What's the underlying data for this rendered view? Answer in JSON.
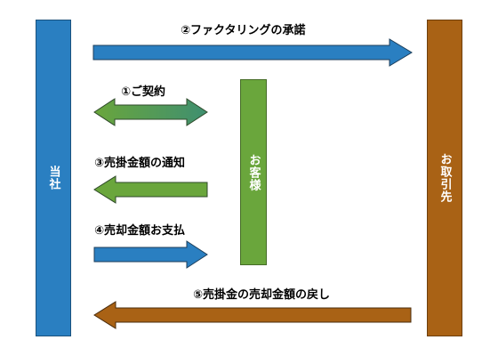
{
  "entities": {
    "company": {
      "label": "当社",
      "color": "#2a7fc1"
    },
    "customer": {
      "label": "お客様",
      "color": "#6aa63c"
    },
    "partner": {
      "label": "お取引先",
      "color": "#a96215"
    }
  },
  "flows": {
    "step2": {
      "label": "②ファクタリングの承諾",
      "color": "#2a7fc1"
    },
    "step1": {
      "label": "①ご契約",
      "color": "#6aa63c",
      "color_end": "#3f8f70"
    },
    "step3": {
      "label": "③売掛金額の通知",
      "color": "#6aa63c"
    },
    "step4": {
      "label": "④売却金額お支払",
      "color": "#2a7fc1"
    },
    "step5": {
      "label": "⑤売掛金の売却金額の戻し",
      "color": "#a96215"
    }
  }
}
